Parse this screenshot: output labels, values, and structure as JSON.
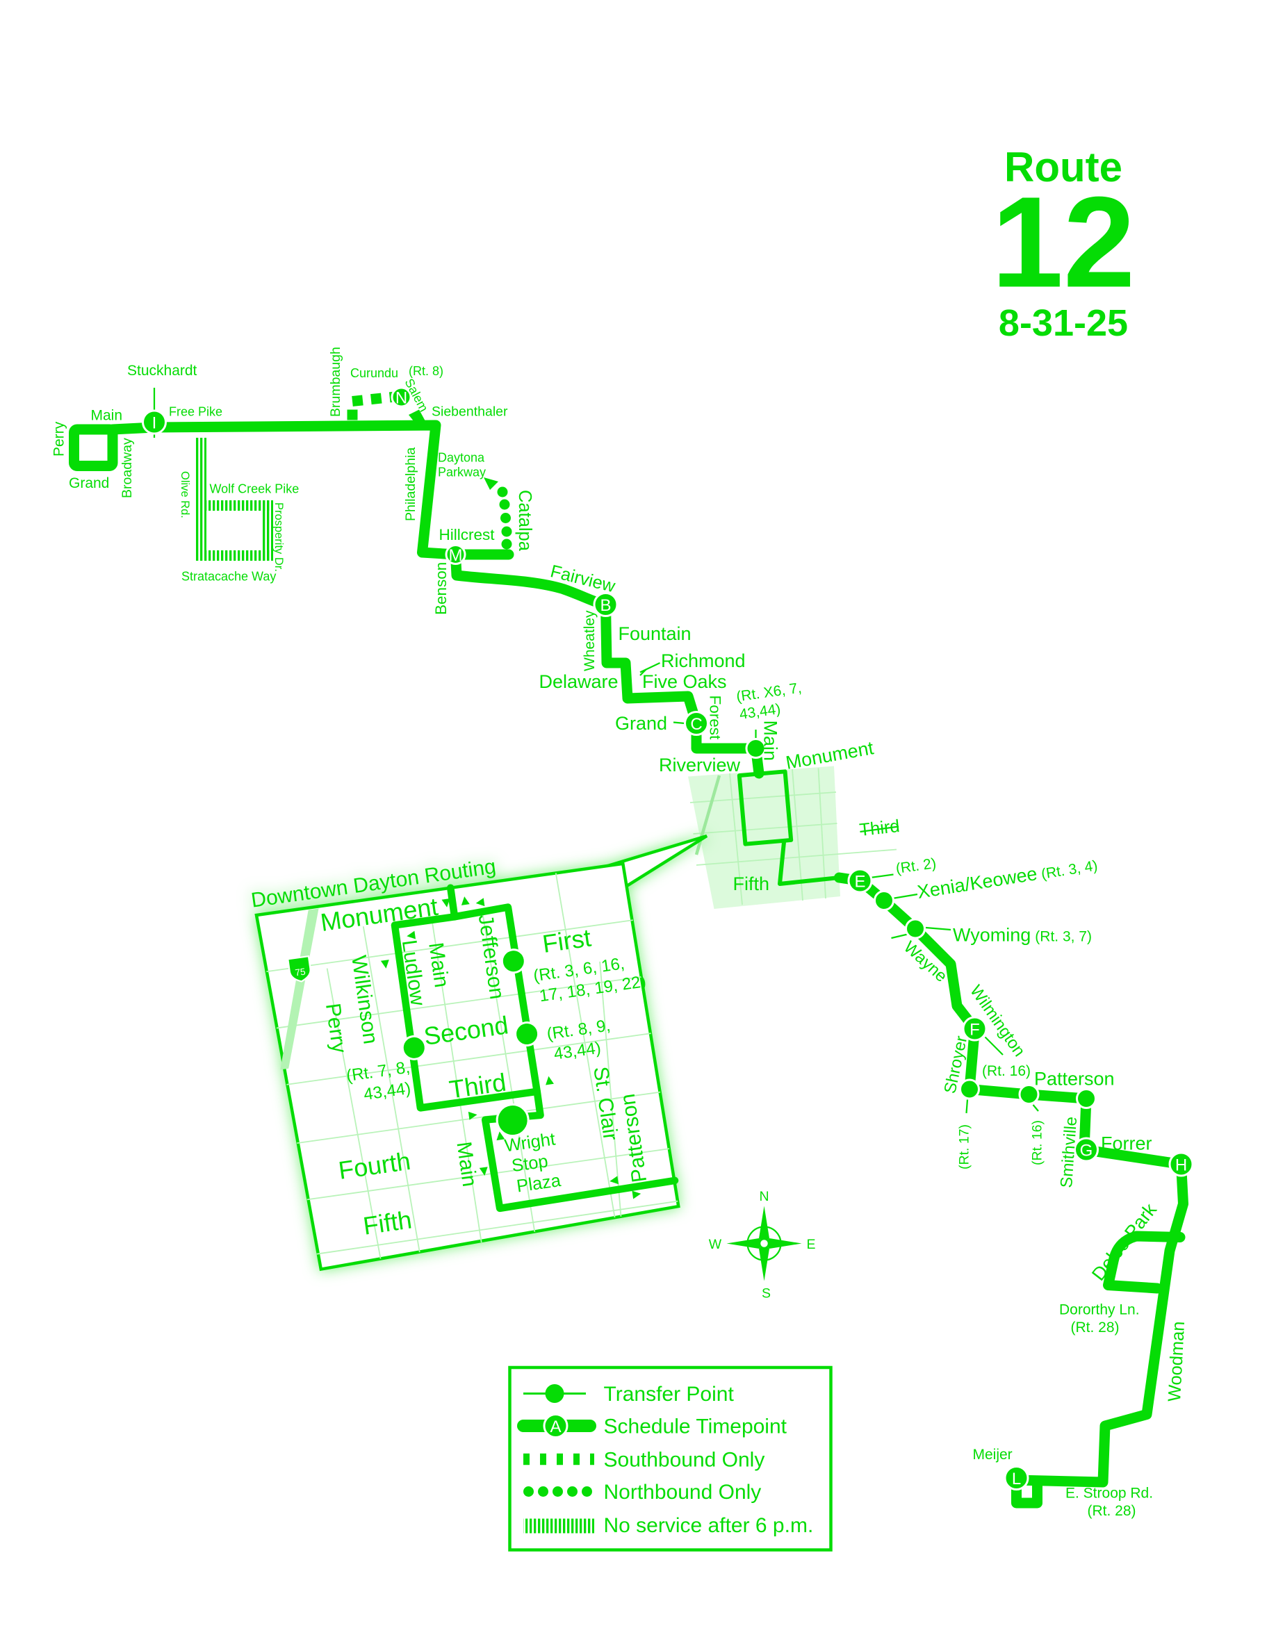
{
  "title": {
    "route_label": "Route",
    "number": "12",
    "date": "8-31-25"
  },
  "colors": {
    "route": "#05dc05",
    "street_grid": "#b9f3b9",
    "downtown_area": "#dcfadc"
  },
  "labels": {
    "stuckhardt": "Stuckhardt",
    "main_west": "Main",
    "free_pike": "Free Pike",
    "perry": "Perry",
    "grand_west": "Grand",
    "broadway": "Broadway",
    "olive_rd": "Olive Rd.",
    "wolf_creek_pike": "Wolf Creek Pike",
    "prosperity_dr": "Prosperity Dr.",
    "stratacache_way": "Stratacache Way",
    "brumbaugh": "Brumbaugh",
    "curundu": "Curundu",
    "rt8": "(Rt. 8)",
    "salem": "Salem",
    "siebenthaler": "Siebenthaler",
    "philadelphia": "Philadelphia",
    "daytona_1": "Daytona",
    "daytona_2": "Parkway",
    "catalpa": "Catalpa",
    "hillcrest": "Hillcrest",
    "benson": "Benson",
    "fairview": "Fairview",
    "wheatley": "Wheatley",
    "fountain": "Fountain",
    "richmond": "Richmond",
    "delaware": "Delaware",
    "five_oaks": "Five Oaks",
    "rt_x6_1": "(Rt. X6, 7,",
    "rt_x6_2": "43,44)",
    "grand": "Grand",
    "forest": "Forest",
    "main": "Main",
    "monument": "Monument",
    "riverview": "Riverview",
    "third": "Third",
    "fifth": "Fifth",
    "rt2": "(Rt. 2)",
    "xenia_keowee": "Xenia/Keowee",
    "rt3_4": "(Rt. 3, 4)",
    "wyoming": "Wyoming",
    "rt3_7": "(Rt. 3, 7)",
    "wayne": "Wayne",
    "wilmington": "Wilmington",
    "shroyer": "Shroyer",
    "rt16_a": "(Rt. 16)",
    "patterson": "Patterson",
    "rt17": "(Rt. 17)",
    "rt16_b": "(Rt. 16)",
    "smithville": "Smithville",
    "forrer": "Forrer",
    "delco_park": "Delco Park",
    "dorothy_1": "Dororthy Ln.",
    "dorothy_2": "(Rt. 28)",
    "woodman": "Woodman",
    "meijer": "Meijer",
    "stroop_1": "E. Stroop Rd.",
    "stroop_2": "(Rt. 28)"
  },
  "timepoints": {
    "I": "I",
    "N": "N",
    "M": "M",
    "B": "B",
    "C": "C",
    "E": "E",
    "F": "F",
    "G": "G",
    "H": "H",
    "L": "L"
  },
  "inset": {
    "title": "Downtown Dayton Routing",
    "monument": "Monument",
    "ludlow": "Ludlow",
    "main": "Main",
    "jefferson": "Jefferson",
    "wilkinson": "Wilkinson",
    "perry": "Perry",
    "first": "First",
    "first_rt_1": "(Rt. 3, 6, 16,",
    "first_rt_2": "17, 18, 19, 22)",
    "second": "Second",
    "second_rt_1": "(Rt. 8, 9,",
    "second_rt_2": "43,44)",
    "ludlow_rt_1": "(Rt. 7, 8,",
    "ludlow_rt_2": "43,44)",
    "third": "Third",
    "st_clair": "St. Clair",
    "patterson": "Patterson",
    "fourth": "Fourth",
    "main_south": "Main",
    "fifth": "Fifth",
    "wright_1": "Wright",
    "wright_2": "Stop",
    "wright_3": "Plaza",
    "interstate": "75"
  },
  "compass": {
    "n": "N",
    "s": "S",
    "e": "E",
    "w": "W"
  },
  "legend": {
    "transfer": "Transfer Point",
    "timepoint": "Schedule Timepoint",
    "timepoint_letter": "A",
    "southbound": "Southbound Only",
    "northbound": "Northbound Only",
    "no_service": "No service after 6 p.m."
  }
}
